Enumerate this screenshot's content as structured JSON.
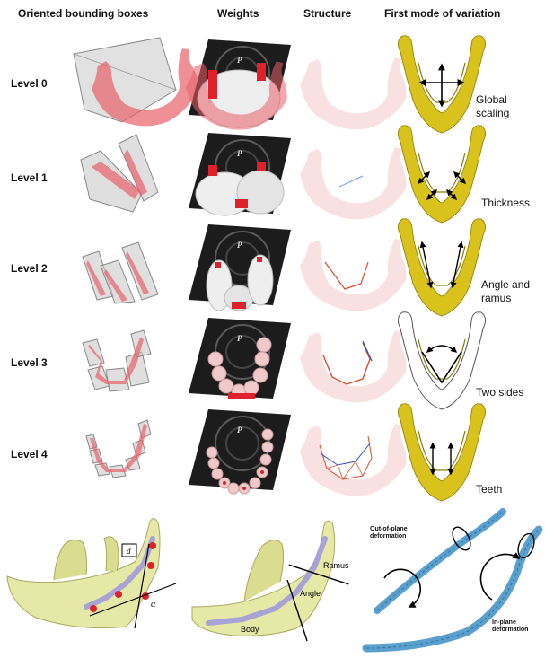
{
  "headers": [
    "Oriented bounding boxes",
    "Weights",
    "Structure",
    "First mode of variation"
  ],
  "levels": [
    "Level 0",
    "Level 1",
    "Level 2",
    "Level 3",
    "Level 4"
  ],
  "captions": [
    [
      "Global",
      "scaling"
    ],
    [
      "Thickness"
    ],
    [
      "Angle and",
      "ramus"
    ],
    [
      "Two sides"
    ],
    [
      "Teeth"
    ]
  ],
  "bottom": {
    "symbol_d": "d",
    "symbol_a": "α",
    "ramus": "Ramus",
    "angle": "Angle",
    "body": "Body",
    "out_of_plane": [
      "Out-of-plane",
      "deformation"
    ],
    "in_plane": [
      "In-plane",
      "deformation"
    ]
  },
  "colors": {
    "box_red": "#e8606a",
    "box_gray": "#c9c9c9",
    "weight_dark": "#1c1c1c",
    "weight_red": "#e0202a",
    "mandible_yellow": "#d9c21c",
    "bone_light": "#e6e8a6",
    "plate_blue": "#5aa0cf",
    "structure_pink": "#f9e0e1"
  }
}
